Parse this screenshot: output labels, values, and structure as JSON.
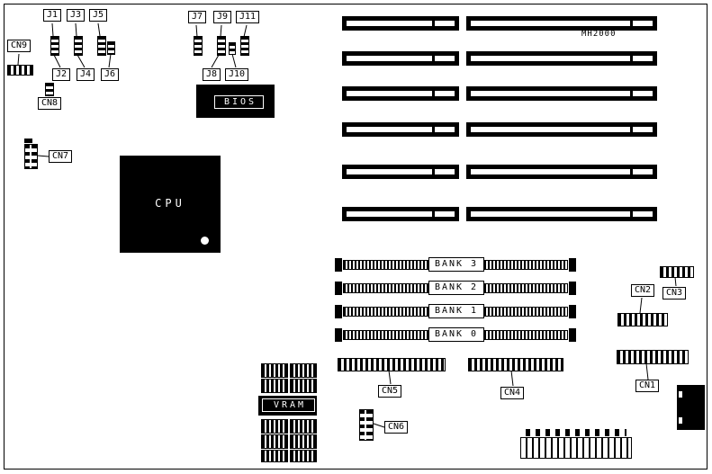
{
  "board": {
    "model": "MH2000"
  },
  "labels": {
    "j1": "J1",
    "j2": "J2",
    "j3": "J3",
    "j4": "J4",
    "j5": "J5",
    "j6": "J6",
    "j7": "J7",
    "j8": "J8",
    "j9": "J9",
    "j10": "J10",
    "j11": "J11",
    "cn1": "CN1",
    "cn2": "CN2",
    "cn3": "CN3",
    "cn4": "CN4",
    "cn5": "CN5",
    "cn6": "CN6",
    "cn7": "CN7",
    "cn8": "CN8",
    "cn9": "CN9",
    "bios": "BIOS",
    "cpu": "CPU",
    "vram": "VRAM"
  },
  "banks": [
    {
      "label": "BANK 3"
    },
    {
      "label": "BANK 2"
    },
    {
      "label": "BANK 1"
    },
    {
      "label": "BANK 0"
    }
  ]
}
